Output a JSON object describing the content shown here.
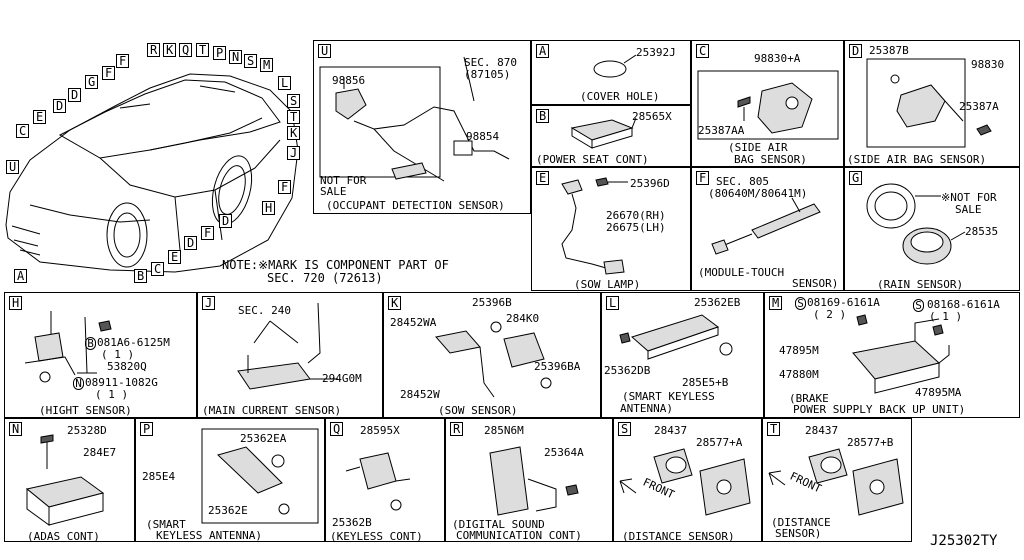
{
  "diagram_id": "J25302TY",
  "overview": {
    "callouts": [
      "R",
      "K",
      "Q",
      "T",
      "P",
      "N",
      "S",
      "M",
      "F",
      "G",
      "F",
      "D",
      "L",
      "S",
      "T",
      "K",
      "J",
      "E",
      "D",
      "C",
      "U",
      "F",
      "H",
      "D",
      "F",
      "D",
      "E",
      "C",
      "B",
      "A"
    ],
    "note_line1": "NOTE:※MARK IS COMPONENT PART OF",
    "note_line2": "SEC. 720 (72613)"
  },
  "panels": {
    "U": {
      "letter": "U",
      "sec1": "SEC. 870",
      "sec2": "(87105)",
      "p1": "98856",
      "p2": "98854",
      "nfs1": "NOT FOR",
      "nfs2": "SALE",
      "caption": "(OCCUPANT DETECTION SENSOR)"
    },
    "A": {
      "letter": "A",
      "part": "25392J",
      "caption": "(COVER HOLE)"
    },
    "B": {
      "letter": "B",
      "part": "28565X",
      "caption": "(POWER SEAT CONT)"
    },
    "C": {
      "letter": "C",
      "part1": "98830+A",
      "part2": "25387AA",
      "cap1": "(SIDE AIR",
      "cap2": "BAG SENSOR)"
    },
    "D": {
      "letter": "D",
      "part1": "25387B",
      "part2": "98830",
      "part3": "25387A",
      "caption": "(SIDE AIR BAG SENSOR)"
    },
    "E": {
      "letter": "E",
      "part1": "25396D",
      "part2": "26670(RH)",
      "part3": "26675(LH)",
      "caption": "(SOW LAMP)"
    },
    "F": {
      "letter": "F",
      "sec1": "SEC. 805",
      "sec2": "(80640M/80641M)",
      "cap1": "(MODULE-TOUCH",
      "cap2": "SENSOR)"
    },
    "G": {
      "letter": "G",
      "nfs1": "※NOT FOR",
      "nfs2": "SALE",
      "part": "28535",
      "caption": "(RAIN SENSOR)"
    },
    "H": {
      "letter": "H",
      "p1": "081A6-6125M",
      "p1q": "( 1 )",
      "p2": "53820Q",
      "p3": "08911-1082G",
      "p3q": "( 1 )",
      "b": "B",
      "n": "N",
      "caption": "(HIGHT SENSOR)"
    },
    "J": {
      "letter": "J",
      "sec": "SEC. 240",
      "part": "294G0M",
      "caption": "(MAIN CURRENT SENSOR)"
    },
    "K": {
      "letter": "K",
      "p1": "25396B",
      "p2": "28452WA",
      "p3": "284K0",
      "p4": "25396BA",
      "p5": "28452W",
      "caption": "(SOW SENSOR)"
    },
    "L": {
      "letter": "L",
      "p1": "25362EB",
      "p2": "25362DB",
      "p3": "285E5+B",
      "cap1": "(SMART KEYLESS",
      "cap2": "ANTENNA)"
    },
    "M": {
      "letter": "M",
      "p1": "08169-6161A",
      "p1q": "( 2 )",
      "p2": "08168-6161A",
      "p2q": "( 1 )",
      "s": "S",
      "p3": "47895M",
      "p4": "47880M",
      "p5": "47895MA",
      "cap1": "(BRAKE",
      "cap2": "POWER SUPPLY BACK UP UNIT)"
    },
    "N": {
      "letter": "N",
      "p1": "25328D",
      "p2": "284E7",
      "caption": "(ADAS CONT)"
    },
    "P": {
      "letter": "P",
      "p1": "25362EA",
      "p2": "285E4",
      "p3": "25362E",
      "cap1": "(SMART",
      "cap2": "KEYLESS ANTENNA)"
    },
    "Q": {
      "letter": "Q",
      "p1": "28595X",
      "p2": "25362B",
      "caption": "(KEYLESS CONT)"
    },
    "R": {
      "letter": "R",
      "p1": "285N6M",
      "p2": "25364A",
      "cap1": "(DIGITAL SOUND",
      "cap2": "COMMUNICATION CONT)"
    },
    "S": {
      "letter": "S",
      "p1": "28437",
      "p2": "28577+A",
      "front": "FRONT",
      "caption": "(DISTANCE SENSOR)"
    },
    "T": {
      "letter": "T",
      "p1": "28437",
      "p2": "28577+B",
      "front": "FRONT",
      "cap1": "(DISTANCE",
      "cap2": "SENSOR)"
    }
  }
}
